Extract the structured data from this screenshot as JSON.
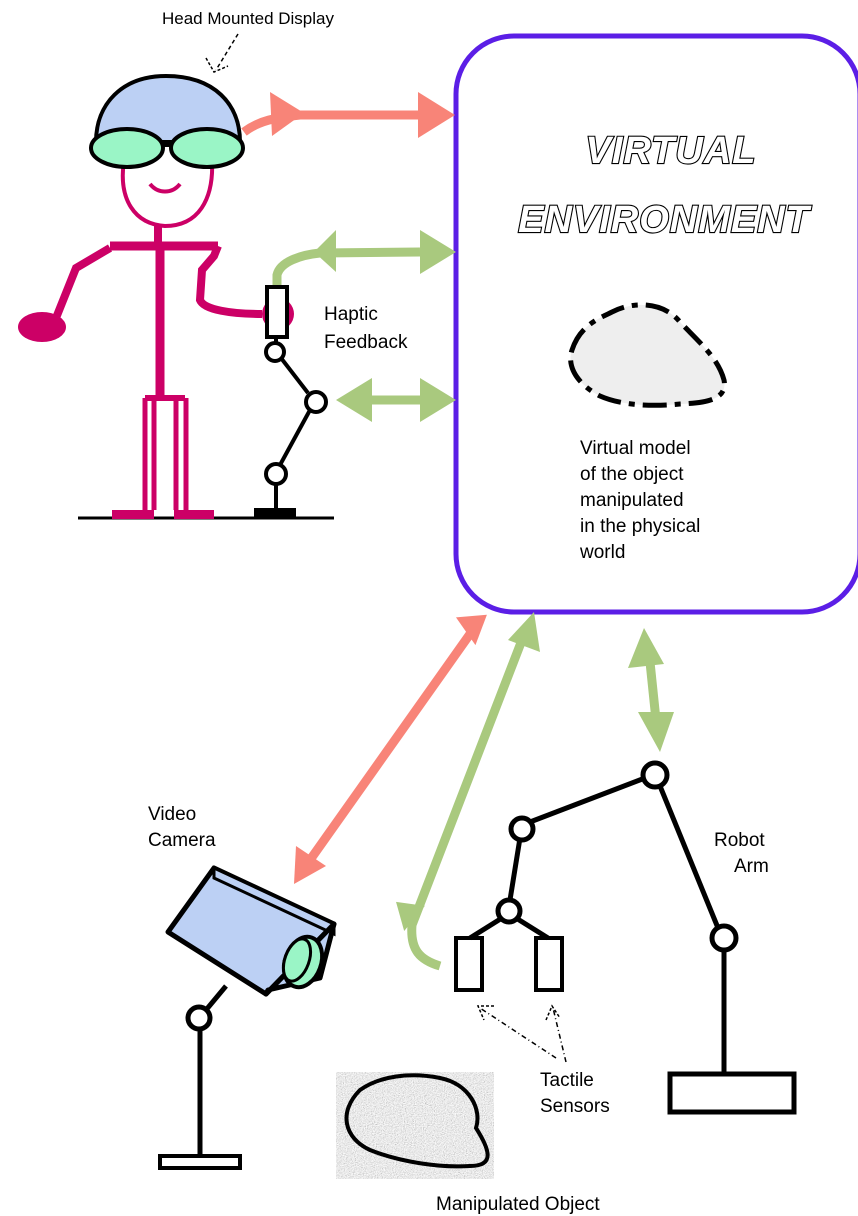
{
  "labels": {
    "head_mounted_display": "Head Mounted Display",
    "haptic_line1": "Haptic",
    "haptic_line2": "Feedback",
    "ve_title_line1": "VIRTUAL",
    "ve_title_line2": "ENVIRONMENT",
    "virtual_model_lines": [
      "Virtual model",
      "of the object",
      "manipulated",
      "in the physical",
      "world"
    ],
    "video_camera_line1": "Video",
    "video_camera_line2": "Camera",
    "robot_arm_line1": "Robot",
    "robot_arm_line2": "Arm",
    "tactile_line1": "Tactile",
    "tactile_line2": "Sensors",
    "manipulated_object": "Manipulated Object"
  },
  "colors": {
    "frame_border": "#5b1ee6",
    "visual_arrow": "#f88478",
    "haptic_arrow": "#a9c97e",
    "person": "#cc0066",
    "helmet": "#bcd0f4",
    "goggles": "#9af5c6",
    "camera_body": "#bcd0f4",
    "camera_lens": "#9af5c6",
    "virtual_object_fill": "#eeeeee"
  }
}
